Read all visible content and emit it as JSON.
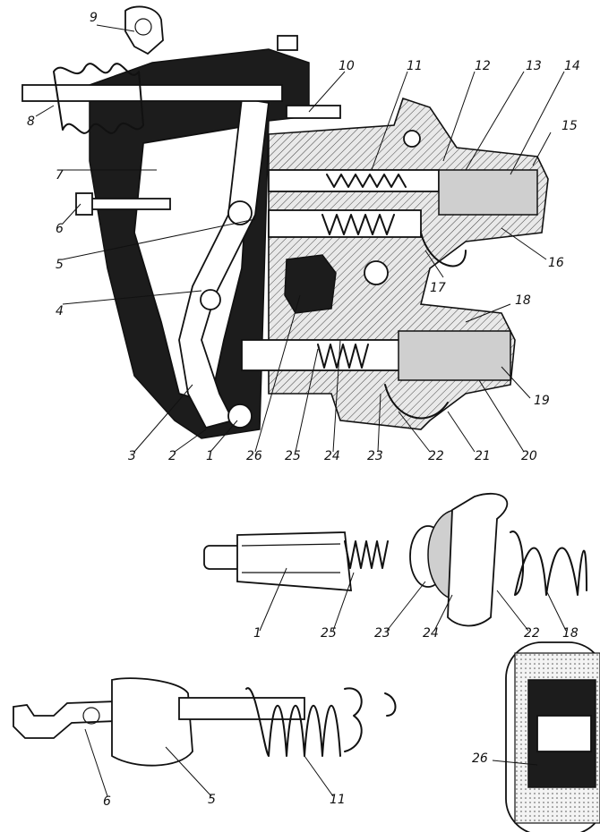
{
  "upper_callouts": [
    "1",
    "2",
    "3",
    "4",
    "5",
    "6",
    "7",
    "8",
    "9",
    "10",
    "11",
    "12",
    "13",
    "14",
    "15",
    "16",
    "17",
    "18",
    "19",
    "20",
    "21",
    "22",
    "23",
    "24",
    "25",
    "26"
  ],
  "middle_callouts": [
    "1",
    "25",
    "23",
    "24",
    "22",
    "18"
  ],
  "lower_callouts": [
    "6",
    "5",
    "11"
  ],
  "inset_callouts": [
    "26"
  ],
  "colors": {
    "ink": "#111111",
    "shadow": "#1c1c1c",
    "paper": "#ffffff"
  }
}
